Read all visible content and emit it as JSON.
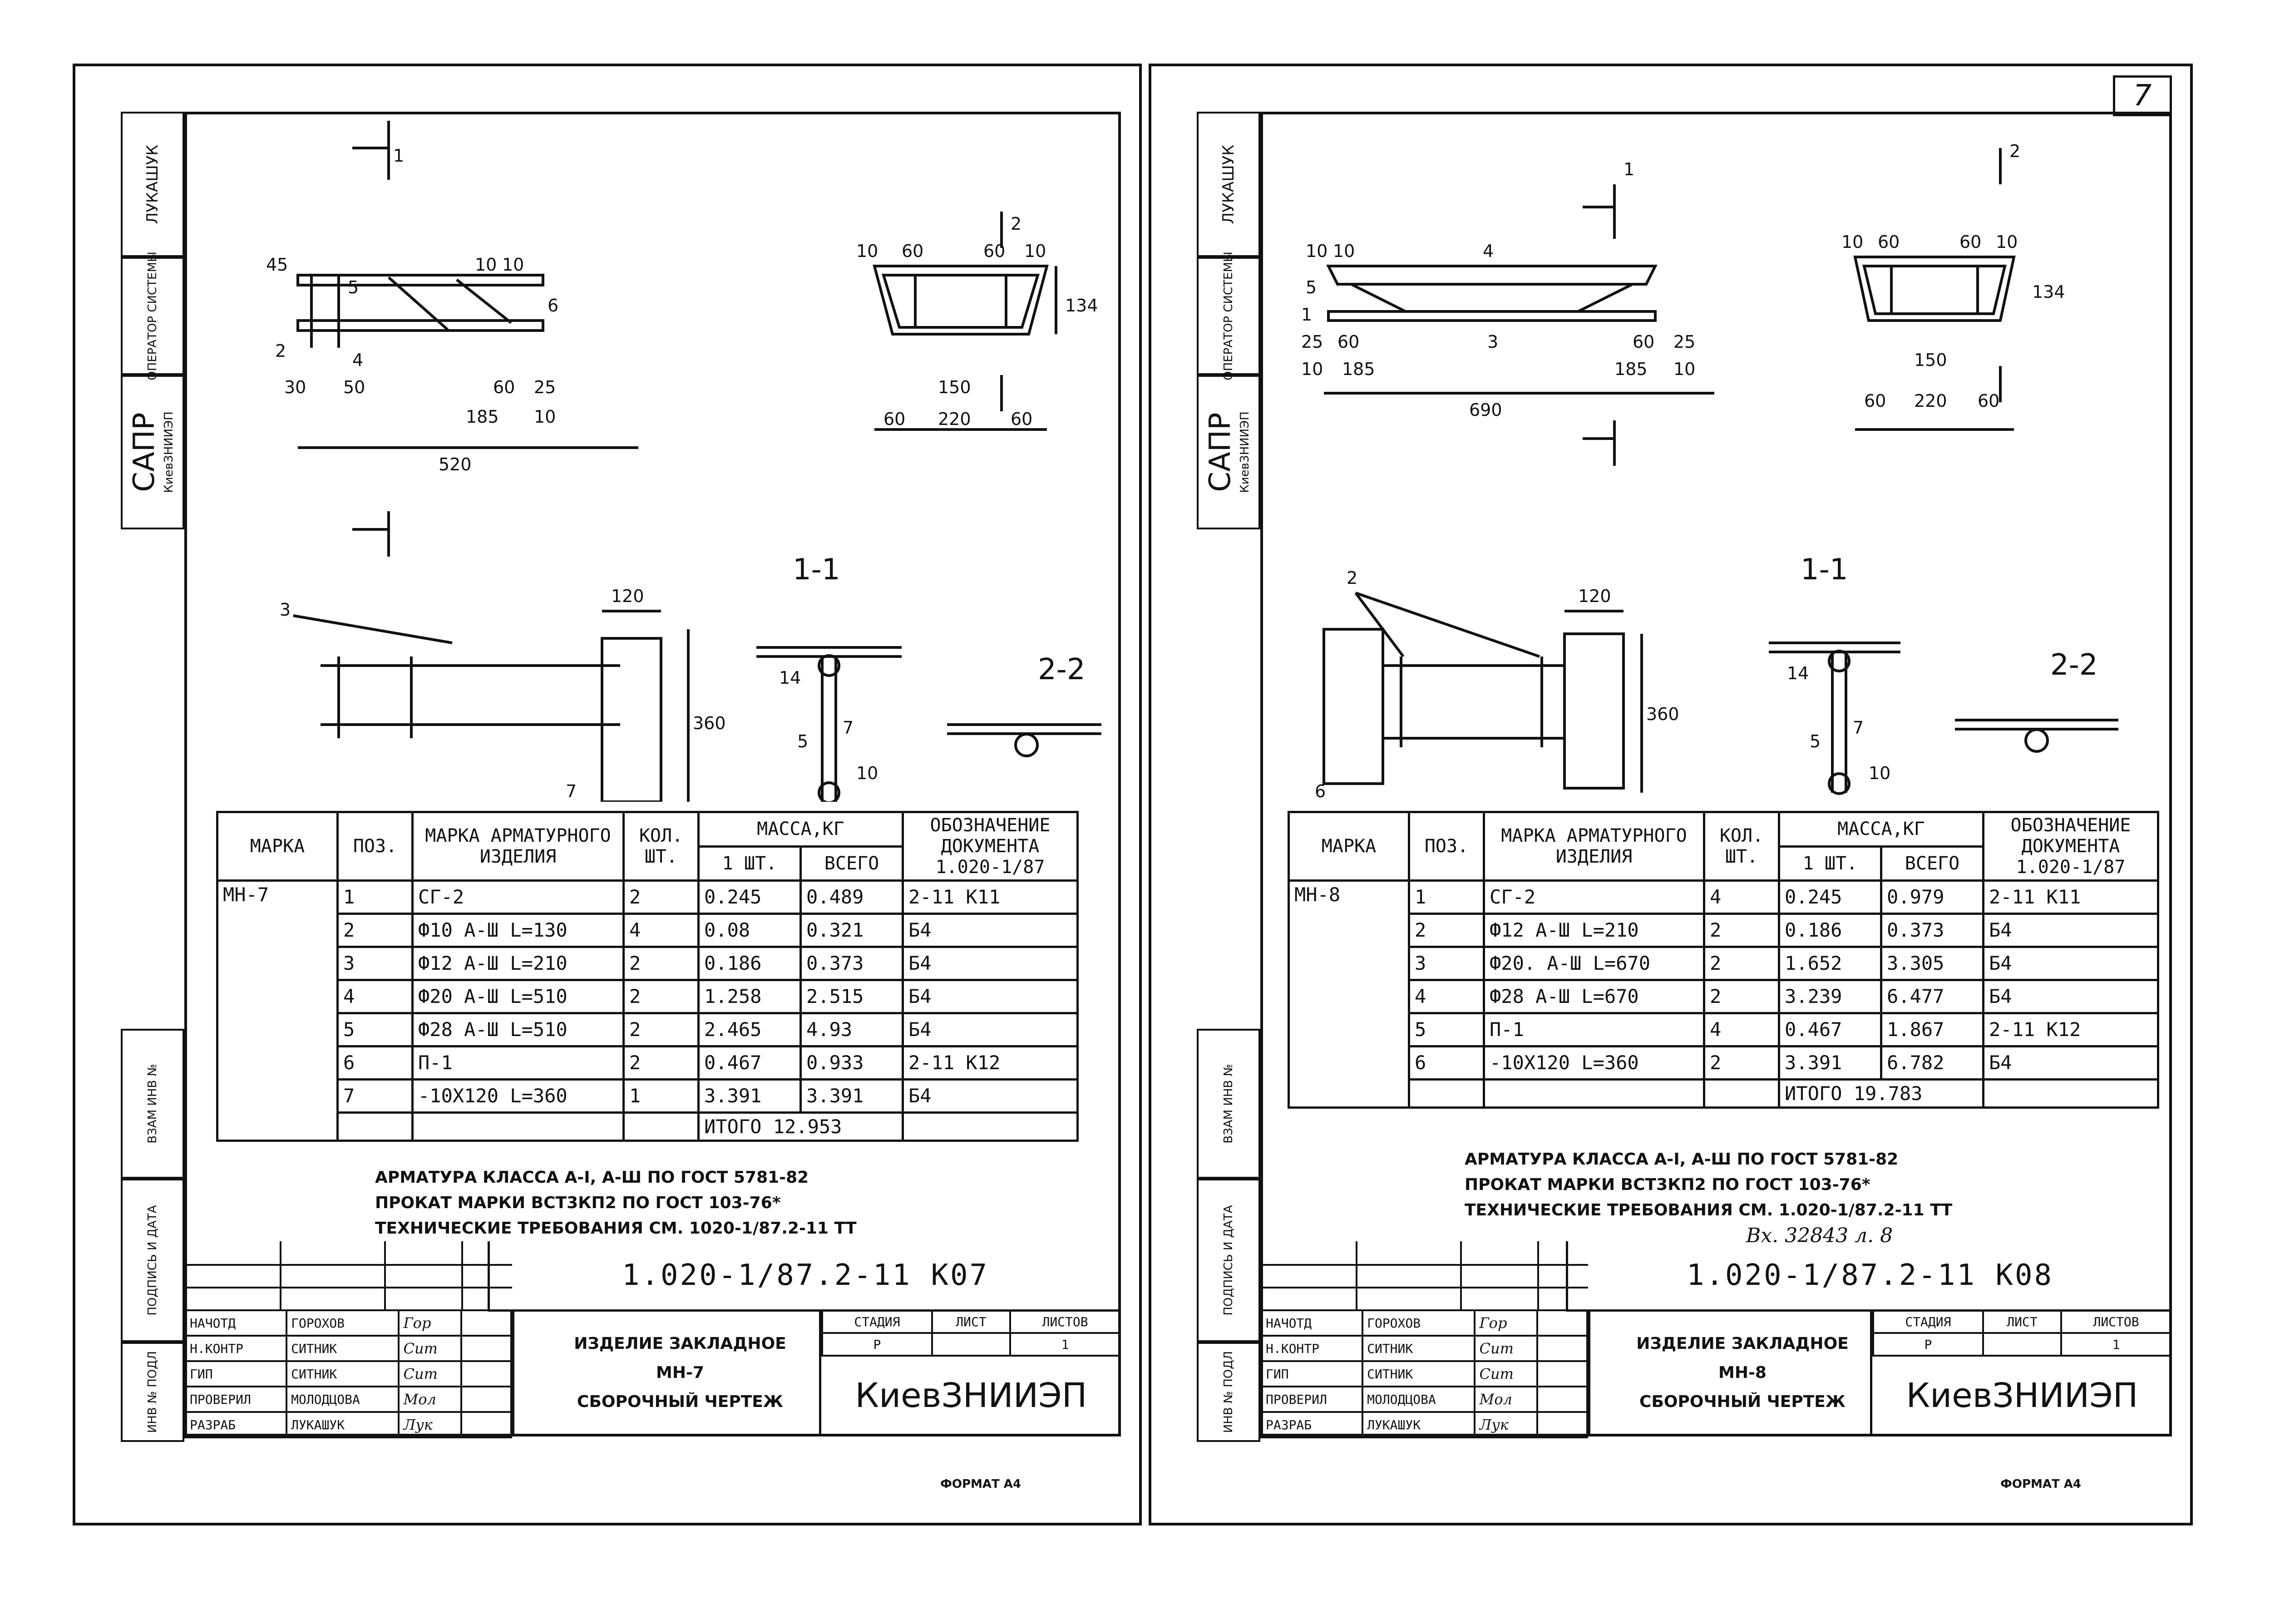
{
  "left": {
    "sidebar": {
      "author": "ЛУКАШУК",
      "operator": "ОПЕРАТОР СИСТЕМЫ",
      "sapr": "САПР",
      "org": "КиевЗНИИЭП",
      "vzam": "ВЗАМ ИНВ №",
      "podpis": "ПОДПИСЬ И ДАТА",
      "inv": "ИНВ № ПОДЛ"
    },
    "drawing": {
      "dims_plan": [
        "45",
        "10",
        "10",
        "5",
        "6",
        "2",
        "4",
        "30",
        "50",
        "60",
        "25",
        "185",
        "10",
        "520",
        "1"
      ],
      "dims_section": [
        "10",
        "60",
        "60",
        "10",
        "134",
        "150",
        "60",
        "220",
        "60",
        "2"
      ],
      "dims_detail": [
        "3",
        "120",
        "360",
        "7"
      ],
      "section_1": "1-1",
      "section_2": "2-2",
      "section_1_dims": [
        "14",
        "5",
        "7",
        "10"
      ]
    },
    "spec": {
      "headers": {
        "marka": "МАРКА",
        "poz": "ПОЗ.",
        "marka_izd": "МАРКА АРМАТУРНОГО ИЗДЕЛИЯ",
        "kol": "КОЛ. ШТ.",
        "massa": "МАССА,КГ",
        "sht": "1 ШТ.",
        "vsego": "ВСЕГО",
        "oboz": "ОБОЗНАЧЕНИЕ ДОКУМЕНТА 1.020-1/87"
      },
      "mark": "МН-7",
      "rows": [
        {
          "poz": "1",
          "item": "СГ-2",
          "kol": "2",
          "one": "0.245",
          "total": "0.489",
          "doc": "2-11 К11"
        },
        {
          "poz": "2",
          "item": "Ф10 А-Ш L=130",
          "kol": "4",
          "one": "0.08",
          "total": "0.321",
          "doc": "Б4"
        },
        {
          "poz": "3",
          "item": "Ф12 А-Ш L=210",
          "kol": "2",
          "one": "0.186",
          "total": "0.373",
          "doc": "Б4"
        },
        {
          "poz": "4",
          "item": "Ф20 А-Ш L=510",
          "kol": "2",
          "one": "1.258",
          "total": "2.515",
          "doc": "Б4"
        },
        {
          "poz": "5",
          "item": "Ф28 А-Ш L=510",
          "kol": "2",
          "one": "2.465",
          "total": "4.93",
          "doc": "Б4"
        },
        {
          "poz": "6",
          "item": "П-1",
          "kol": "2",
          "one": "0.467",
          "total": "0.933",
          "doc": "2-11 К12"
        },
        {
          "poz": "7",
          "item": "-10Х120 L=360",
          "kol": "1",
          "one": "3.391",
          "total": "3.391",
          "doc": "Б4"
        }
      ],
      "total": "ИТОГО 12.953"
    },
    "notes": [
      "АРМАТУРА КЛАССА А-I, А-Ш ПО ГОСТ 5781-82",
      "ПРОКАТ МАРКИ ВСТ3КП2 ПО ГОСТ 103-76*",
      "ТЕХНИЧЕСКИЕ ТРЕБОВАНИЯ СМ. 1020-1/87.2-11 ТТ"
    ],
    "stamp": {
      "code": "1.020-1/87.2-11 К07",
      "signers": [
        {
          "role": "НАЧОТД",
          "name": "ГОРОХОВ",
          "sign": "Гор"
        },
        {
          "role": "Н.КОНТР",
          "name": "СИТНИК",
          "sign": "Сит"
        },
        {
          "role": "ГИП",
          "name": "СИТНИК",
          "sign": "Сит"
        },
        {
          "role": "ПРОВЕРИЛ",
          "name": "МОЛОДЦОВА",
          "sign": "Мол"
        },
        {
          "role": "РАЗРАБ",
          "name": "ЛУКАШУК",
          "sign": "Лук"
        }
      ],
      "title1": "ИЗДЕЛИЕ ЗАКЛАДНОЕ",
      "title2": "МН-7",
      "title3": "СБОРОЧНЫЙ ЧЕРТЕЖ",
      "stage_h": "СТАДИЯ",
      "sheet_h": "ЛИСТ",
      "sheets_h": "ЛИСТОВ",
      "stage": "Р",
      "sheet": "",
      "sheets": "1",
      "org": "КиевЗНИИЭП"
    },
    "format": "ФОРМАТ А4"
  },
  "right": {
    "page_number": "7",
    "sidebar": {
      "author": "ЛУКАШУК",
      "operator": "ОПЕРАТОР СИСТЕМЫ",
      "sapr": "САПР",
      "org": "КиевЗНИИЭП",
      "vzam": "ВЗАМ ИНВ №",
      "podpis": "ПОДПИСЬ И ДАТА",
      "inv": "ИНВ № ПОДЛ"
    },
    "drawing": {
      "dims_plan": [
        "10",
        "10",
        "4",
        "5",
        "1",
        "3",
        "25",
        "60",
        "10",
        "185",
        "60",
        "25",
        "185",
        "10",
        "690",
        "1"
      ],
      "dims_section": [
        "10",
        "60",
        "60",
        "10",
        "134",
        "150",
        "60",
        "220",
        "60",
        "2"
      ],
      "dims_detail": [
        "2",
        "120",
        "360",
        "6"
      ],
      "section_1": "1-1",
      "section_2": "2-2",
      "section_1_dims": [
        "14",
        "5",
        "7",
        "10"
      ]
    },
    "spec": {
      "headers": {
        "marka": "МАРКА",
        "poz": "ПОЗ.",
        "marka_izd": "МАРКА АРМАТУРНОГО ИЗДЕЛИЯ",
        "kol": "КОЛ. ШТ.",
        "massa": "МАССА,КГ",
        "sht": "1 ШТ.",
        "vsego": "ВСЕГО",
        "oboz": "ОБОЗНАЧЕНИЕ ДОКУМЕНТА 1.020-1/87"
      },
      "mark": "МН-8",
      "rows": [
        {
          "poz": "1",
          "item": "СГ-2",
          "kol": "4",
          "one": "0.245",
          "total": "0.979",
          "doc": "2-11 К11"
        },
        {
          "poz": "2",
          "item": "Ф12 А-Ш L=210",
          "kol": "2",
          "one": "0.186",
          "total": "0.373",
          "doc": "Б4"
        },
        {
          "poz": "3",
          "item": "Ф20. А-Ш L=670",
          "kol": "2",
          "one": "1.652",
          "total": "3.305",
          "doc": "Б4"
        },
        {
          "poz": "4",
          "item": "Ф28 А-Ш L=670",
          "kol": "2",
          "one": "3.239",
          "total": "6.477",
          "doc": "Б4"
        },
        {
          "poz": "5",
          "item": "П-1",
          "kol": "4",
          "one": "0.467",
          "total": "1.867",
          "doc": "2-11 К12"
        },
        {
          "poz": "6",
          "item": "-10Х120 L=360",
          "kol": "2",
          "one": "3.391",
          "total": "6.782",
          "doc": "Б4"
        }
      ],
      "total": "ИТОГО 19.783"
    },
    "notes": [
      "АРМАТУРА КЛАССА А-I, А-Ш ПО ГОСТ 5781-82",
      "ПРОКАТ МАРКИ ВСТ3КП2 ПО ГОСТ 103-76*",
      "ТЕХНИЧЕСКИЕ ТРЕБОВАНИЯ СМ. 1.020-1/87.2-11 ТТ"
    ],
    "handwritten_note": "Вх. 32843 л. 8",
    "stamp": {
      "code": "1.020-1/87.2-11 К08",
      "signers": [
        {
          "role": "НАЧОТД",
          "name": "ГОРОХОВ",
          "sign": "Гор"
        },
        {
          "role": "Н.КОНТР",
          "name": "СИТНИК",
          "sign": "Сит"
        },
        {
          "role": "ГИП",
          "name": "СИТНИК",
          "sign": "Сит"
        },
        {
          "role": "ПРОВЕРИЛ",
          "name": "МОЛОДЦОВА",
          "sign": "Мол"
        },
        {
          "role": "РАЗРАБ",
          "name": "ЛУКАШУК",
          "sign": "Лук"
        }
      ],
      "title1": "ИЗДЕЛИЕ ЗАКЛАДНОЕ",
      "title2": "МН-8",
      "title3": "СБОРОЧНЫЙ ЧЕРТЕЖ",
      "stage_h": "СТАДИЯ",
      "sheet_h": "ЛИСТ",
      "sheets_h": "ЛИСТОВ",
      "stage": "Р",
      "sheet": "",
      "sheets": "1",
      "org": "КиевЗНИИЭП"
    },
    "format": "ФОРМАТ А4"
  }
}
